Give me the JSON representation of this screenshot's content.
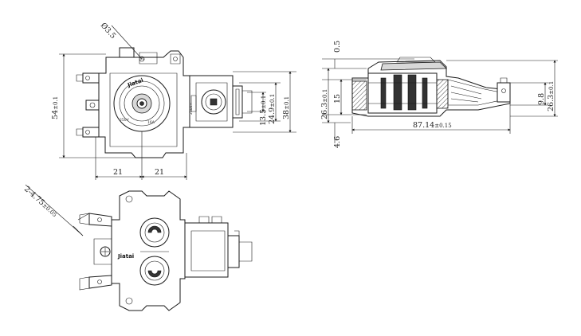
{
  "brand": "Jiatai",
  "dimensions": {
    "hole_dia": "Ø3.5",
    "height_total": "54",
    "height_total_tol": "±0.1",
    "width_left": "21",
    "width_right": "21",
    "socket_38": "38",
    "socket_38_tol": "±0.1",
    "socket_24": "24.9",
    "socket_24_tol": "±0.1",
    "socket_13": "13.5",
    "socket_13_tol": "±0.1",
    "terminal_spec": "2-4.75",
    "terminal_spec_tol": "±0.05",
    "side_top": "0.5",
    "side_left": "26.3",
    "side_left_tol": "±0.1",
    "side_15": "15",
    "side_bottom": "4.6",
    "side_length": "87.14",
    "side_length_tol": "±0.15",
    "side_right": "26.3",
    "side_right_tol": "±0.1",
    "side_98": "9.8"
  },
  "labels": {
    "plate_text": "250V~"
  }
}
